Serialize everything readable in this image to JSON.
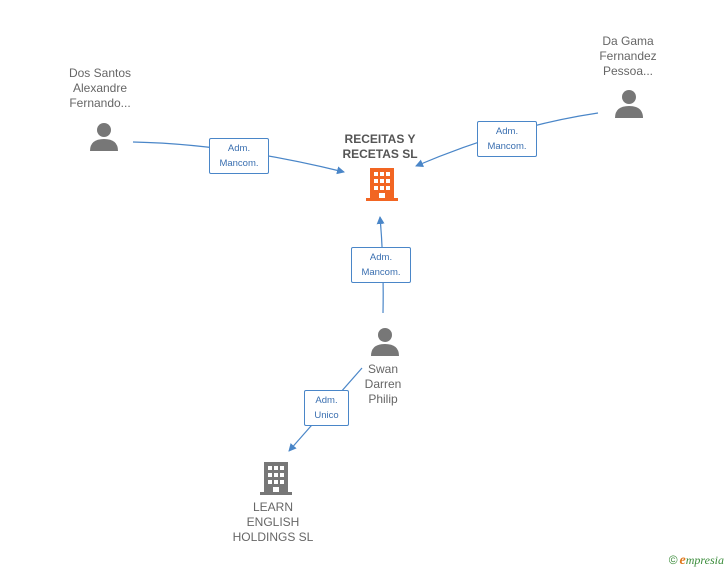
{
  "nodes": {
    "main_company": {
      "name": "RECEITAS Y\nRECETAS SL"
    },
    "person_dos_santos": {
      "name": "Dos Santos\nAlexandre\nFernando..."
    },
    "person_da_gama": {
      "name": "Da Gama\nFernandez\nPessoa..."
    },
    "person_swan": {
      "name": "Swan\nDarren\nPhilip"
    },
    "company_learn_english": {
      "name": "LEARN\nENGLISH\nHOLDINGS SL"
    }
  },
  "relations": {
    "dos_santos_to_main": "Adm.\nMancom.",
    "da_gama_to_main": "Adm.\nMancom.",
    "swan_to_main": "Adm.\nMancom.",
    "swan_to_learn": "Adm.\nUnico"
  },
  "colors": {
    "main_company": "#f26522",
    "company": "#777777",
    "person": "#777777",
    "edge": "#4a86c8"
  },
  "footer": {
    "copyright": "©",
    "brand_initial": "e",
    "brand_rest": "mpresia"
  }
}
